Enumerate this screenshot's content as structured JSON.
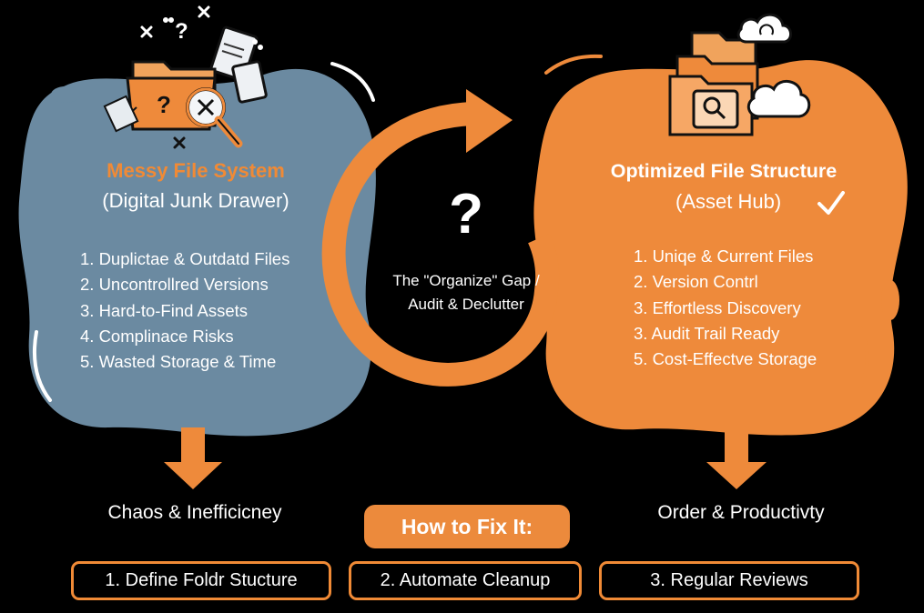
{
  "left_panel": {
    "title": "Messy File System",
    "subtitle": "(Digital Junk Drawer)",
    "items": [
      "1. Duplictae & Outdatd Files",
      "2. Uncontrollred Versions",
      "3. Hard-to-Find Assets",
      "4. Complinace Risks",
      "5. Wasted Storage & Time"
    ],
    "outcome": "Chaos & Inefficicney",
    "color": "#6b8aa1"
  },
  "center": {
    "question_mark": "?",
    "line1": "The \"Organize\" Gap /",
    "line2": "Audit & Declutter",
    "arrow_color": "#ee8a3b"
  },
  "right_panel": {
    "title": "Optimized File Structure",
    "subtitle": "(Asset Hub)",
    "items": [
      "1. Uniqe & Current Files",
      "2. Version Contrl",
      "3. Effortless Discovery",
      "3. Audit Trail Ready",
      "5. Cost-Effectve Storage"
    ],
    "outcome": "Order & Productivty",
    "color": "#ee8a3b"
  },
  "fix": {
    "banner": "How to Fix It:",
    "steps": [
      "1. Define Foldr Stucture",
      "2. Automate Cleanup",
      "3. Regular Reviews"
    ]
  },
  "icons": [
    "folder-question-icon",
    "magnifier-x-icon",
    "scattered-documents-icon",
    "folder-magnifier-icon",
    "cloud-sync-icon",
    "cloud-icon",
    "checkmark-icon",
    "down-arrow-icon",
    "cycle-arrow-icon"
  ]
}
